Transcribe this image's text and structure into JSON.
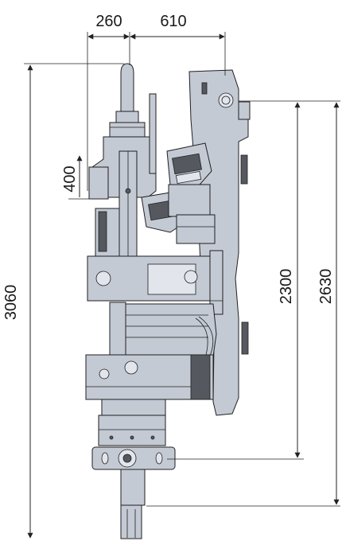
{
  "dimensions": {
    "overall_height": "3060",
    "top_offset_left": "260",
    "top_offset_right": "610",
    "upper_block_height": "400",
    "guide_length_short": "2300",
    "guide_length_long": "2630"
  },
  "colors": {
    "machine_body": "#c4cad4",
    "outline": "#1f1f1f",
    "dimension_lines": "#222222",
    "background": "#ffffff"
  }
}
